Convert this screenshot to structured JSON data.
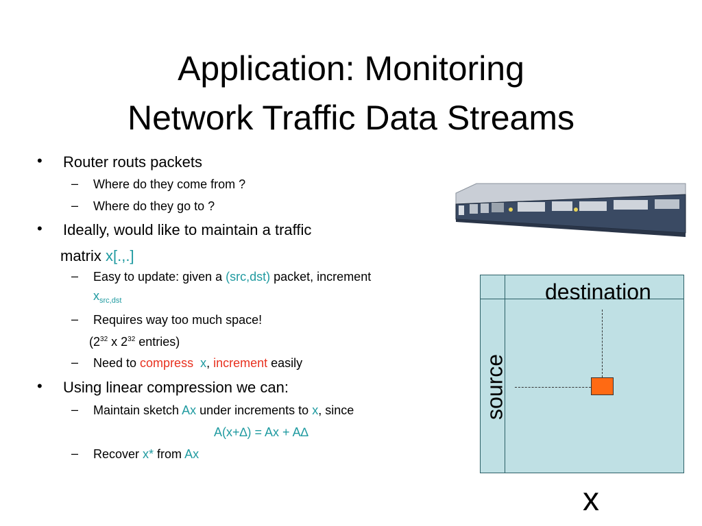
{
  "title_line1": "Application: Monitoring",
  "title_line2": "Network Traffic Data Streams",
  "bullets": {
    "b1": "Router routs packets",
    "b1_sub1": "Where do they come from ?",
    "b1_sub2": "Where do they go to ?",
    "b2_line1": "Ideally, would like to maintain a traffic",
    "b2_line2_text": "matrix ",
    "b2_line2_var": "x[.,.]",
    "b2_sub1_text": "Easy to update: given a ",
    "b2_sub1_var": "(src,dst)",
    "b2_sub1_rest": " packet, increment",
    "b2_sub1_x": "x",
    "b2_sub1_subscript": "src,dst",
    "b2_sub2": "Requires way too much space!",
    "b2_sub2b_pre": "(2",
    "b2_sub2b_exp1": "32",
    "b2_sub2b_mid": " x 2",
    "b2_sub2b_exp2": "32",
    "b2_sub2b_post": " entries)",
    "b2_sub3_text": "Need to ",
    "b2_sub3_compress": "compress",
    "b2_sub3_x": "x",
    "b2_sub3_comma": ", ",
    "b2_sub3_increment": "increment",
    "b2_sub3_rest": " easily",
    "b3": "Using linear compression we can:",
    "b3_sub1_text": "Maintain sketch ",
    "b3_sub1_ax": "Ax",
    "b3_sub1_mid": " under increments to ",
    "b3_sub1_x": "x",
    "b3_sub1_rest": ",  since",
    "b3_formula": "A(x+∆) = Ax + A∆",
    "b3_sub2_text": "Recover ",
    "b3_sub2_xstar": "x*",
    "b3_sub2_mid": " from ",
    "b3_sub2_ax": "Ax"
  },
  "matrix": {
    "destination": "destination",
    "source": "source",
    "x": "x"
  },
  "symbols": {
    "bullet": "•",
    "dash": "–"
  },
  "colors": {
    "teal": "#1f9aa0",
    "red": "#e8311f",
    "cell": "#ff6a13",
    "matrix_fill": "#bfe0e4"
  }
}
